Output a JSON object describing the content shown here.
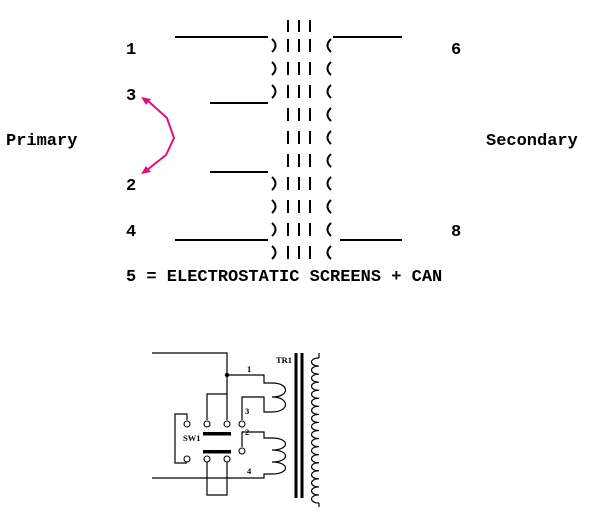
{
  "ascii": {
    "pin_1": "1",
    "pin_3": "3",
    "pin_2": "2",
    "pin_4": "4",
    "pin_6": "6",
    "pin_8": "8",
    "primary_label": "Primary",
    "secondary_label": "Secondary",
    "footnote": "5 = ELECTROSTATIC SCREENS + CAN",
    "arrow_color": "#e0107a"
  },
  "schematic": {
    "tr_label": "TR1",
    "sw_label": "SW1",
    "pin_1": "1",
    "pin_3": "3",
    "pin_2": "2",
    "pin_4": "4"
  }
}
